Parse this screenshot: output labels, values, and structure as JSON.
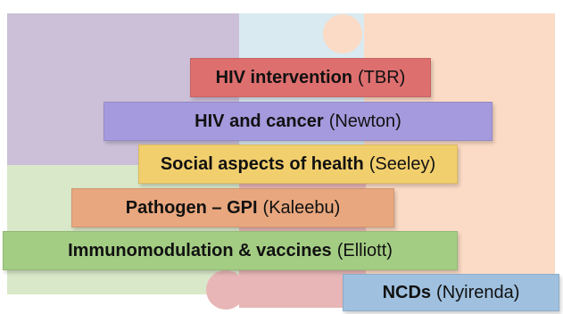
{
  "colors": {
    "puzzle_purple": "#cbc0d8",
    "puzzle_blue": "#d9eaf1",
    "puzzle_peach": "#fbdbc6",
    "puzzle_green": "#d9e8c9",
    "puzzle_pink": "#e8b6b6"
  },
  "bars": [
    {
      "topic": "HIV intervention",
      "person": "(TBR)",
      "color": "#de6f6f"
    },
    {
      "topic": "HIV and cancer",
      "person": "(Newton)",
      "color": "#a59add"
    },
    {
      "topic": "Social aspects of health",
      "person": "(Seeley)",
      "color": "#f2cf6d"
    },
    {
      "topic": "Pathogen – GPI",
      "person": "(Kaleebu)",
      "color": "#e8a77e"
    },
    {
      "topic": "Immunomodulation & vaccines",
      "person": "(Elliott)",
      "color": "#a4cd84"
    },
    {
      "topic": "NCDs",
      "person": "(Nyirenda)",
      "color": "#9fc0df"
    }
  ]
}
